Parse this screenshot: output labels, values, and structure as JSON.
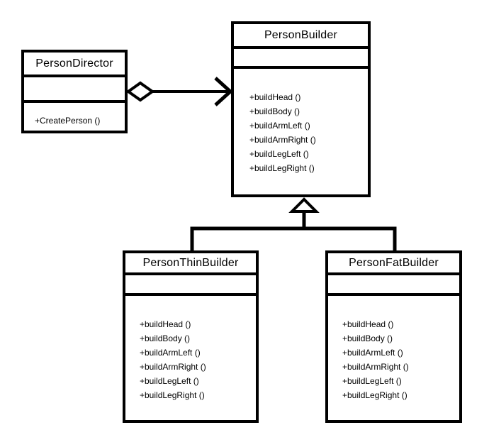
{
  "diagram": {
    "kind": "uml-class-diagram",
    "background_color": "#ffffff",
    "line_color": "#000000",
    "text_color": "#000000",
    "classes": [
      {
        "name": "PersonDirector",
        "attributes": [],
        "methods": [
          "+CreatePerson ()"
        ]
      },
      {
        "name": "PersonBuilder",
        "attributes": [],
        "methods": [
          "+buildHead ()",
          "+buildBody ()",
          "+buildArmLeft ()",
          "+buildArmRight ()",
          "+buildLegLeft ()",
          "+buildLegRight ()"
        ]
      },
      {
        "name": "PersonThinBuilder",
        "attributes": [],
        "methods": [
          "+buildHead ()",
          "+buildBody ()",
          "+buildArmLeft ()",
          "+buildArmRight ()",
          "+buildLegLeft ()",
          "+buildLegRight ()"
        ]
      },
      {
        "name": "PersonFatBuilder",
        "attributes": [],
        "methods": [
          "+buildHead ()",
          "+buildBody ()",
          "+buildArmLeft ()",
          "+buildArmRight ()",
          "+buildLegLeft ()",
          "+buildLegRight ()"
        ]
      }
    ],
    "relationships": [
      {
        "type": "aggregation",
        "from": "PersonDirector",
        "to": "PersonBuilder",
        "marker_from": "hollow-diamond",
        "marker_to": "open-arrow"
      },
      {
        "type": "generalization",
        "from": "PersonThinBuilder",
        "to": "PersonBuilder",
        "marker_to": "hollow-triangle"
      },
      {
        "type": "generalization",
        "from": "PersonFatBuilder",
        "to": "PersonBuilder",
        "marker_to": "hollow-triangle"
      }
    ]
  }
}
